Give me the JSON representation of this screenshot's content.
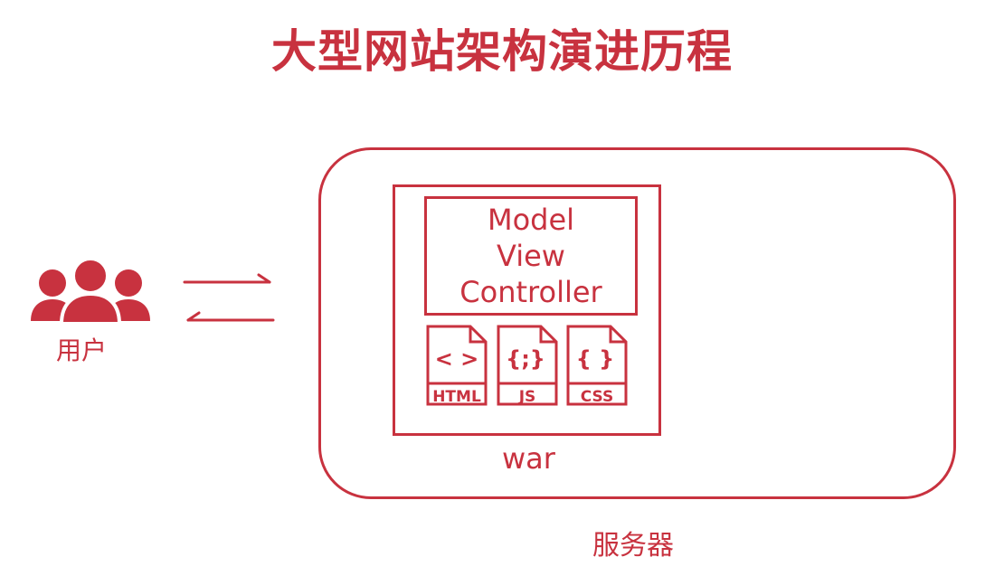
{
  "title": "大型网站架构演进历程",
  "user": {
    "label": "用户",
    "icon": "user-group-icon"
  },
  "server": {
    "label": "服务器"
  },
  "war": {
    "label": "war",
    "mvc": [
      "Model",
      "View",
      "Controller"
    ],
    "files": [
      {
        "symbol": "< >",
        "label": "HTML",
        "icon": "html-file-icon"
      },
      {
        "symbol": "{;}",
        "label": "JS",
        "icon": "js-file-icon"
      },
      {
        "symbol": "{ }",
        "label": "CSS",
        "icon": "css-file-icon"
      }
    ]
  },
  "colors": {
    "accent": "#c8323f",
    "background": "#ffffff"
  }
}
